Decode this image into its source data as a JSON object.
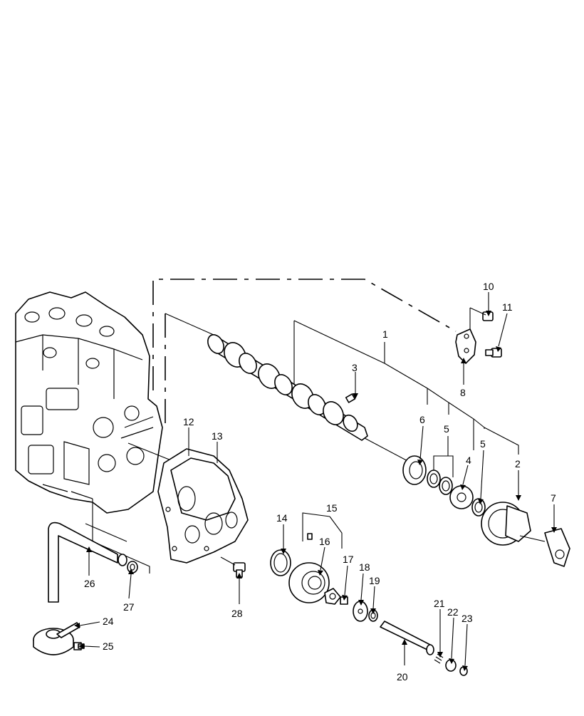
{
  "diagram": {
    "callouts": [
      "1",
      "2",
      "3",
      "4",
      "5",
      "5",
      "6",
      "7",
      "8",
      "10",
      "11",
      "12",
      "13",
      "14",
      "15",
      "16",
      "17",
      "18",
      "19",
      "20",
      "21",
      "22",
      "23",
      "24",
      "25",
      "26",
      "27",
      "28"
    ]
  }
}
